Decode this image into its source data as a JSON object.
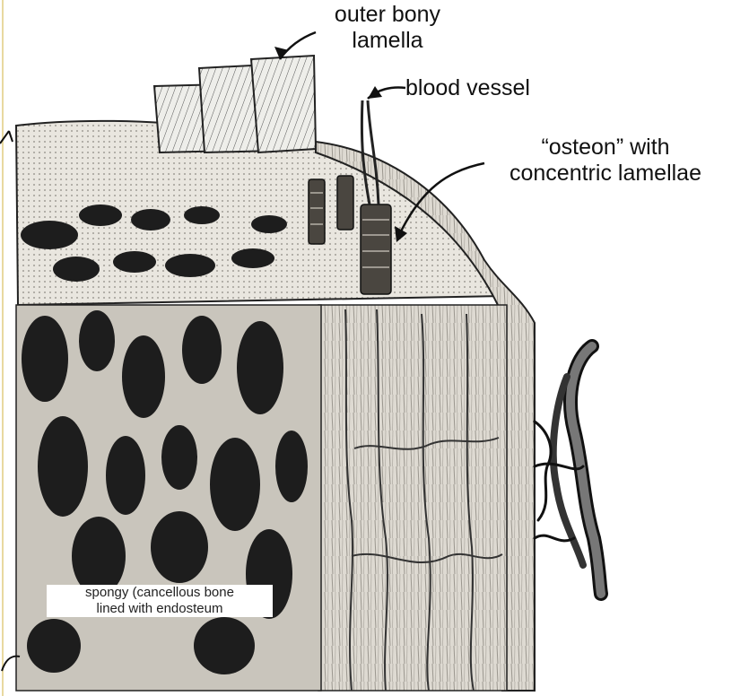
{
  "labels": {
    "outer_bony_lamella": "outer bony\nlamella",
    "blood_vessel": "blood vessel",
    "osteon": "“osteon” with\nconcentric lamellae",
    "spongy": "spongy (cancellous bone\nlined with endosteum"
  },
  "colors": {
    "ink": "#111111",
    "bone_light": "#e6e3dc",
    "bone_mid": "#c9c5bc",
    "cavity_dark": "#1d1d1d",
    "background": "#ffffff",
    "edge_line": "#e8d9a0"
  }
}
